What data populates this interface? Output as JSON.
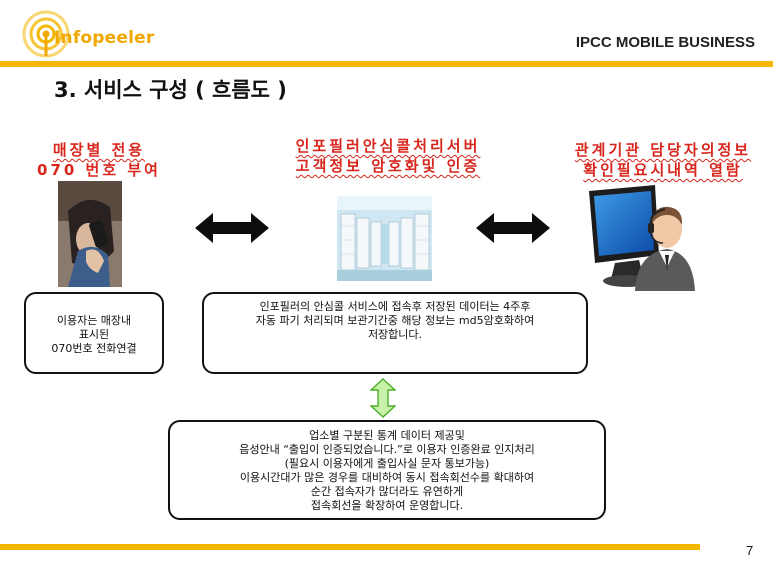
{
  "header": {
    "logo_text": "Infopeeler",
    "top_right": "IPCC MOBILE BUSINESS",
    "title": "3. 서비스 구성 ( 흐름도 )"
  },
  "columns": [
    {
      "heading_lines": [
        "매장별 전용",
        "070 번호 부여"
      ]
    },
    {
      "heading_lines": [
        "인포필러안심콜처리서버",
        "고객정보 암호화및 인증"
      ]
    },
    {
      "heading_lines": [
        "관계기관 담당자의정보",
        "확인필요시내역 열람"
      ]
    }
  ],
  "boxes": {
    "box1_lines": [
      "이용자는 매장내",
      "표시된",
      "070번호 전화연결"
    ],
    "box2_lines": [
      "인포필러의 안심콜 서비스에 접속후 저장된 데이터는 4주후",
      "자동 파기 처리되며 보관기간중 해당 정보는 md5암호화하여",
      "저장합니다."
    ],
    "box3_lines": [
      "업소별 구분된 통계 데이터 제공및",
      "음성안내 “출입이 인증되었습니다.”로 이용자 인증완료 인지처리",
      "(필요시 이용자에게 출입사실 문자 통보가능)",
      "이용시간대가 많은 경우를 대비하여 동시 접속회선수를  확대하여",
      "순간 접속자가 많더라도 유연하게",
      "접속회선을 확장하여 운영합니다."
    ]
  },
  "footer": {
    "page_number": "7"
  },
  "colors": {
    "accent_bar": "#f3b700",
    "heading_red": "#d8261c",
    "logo_orange": "#f0a800",
    "arrow_green": "#4caf2a"
  },
  "icons": [
    "antenna-logo-icon",
    "double-arrow-horizontal-icon",
    "double-arrow-vertical-icon"
  ]
}
